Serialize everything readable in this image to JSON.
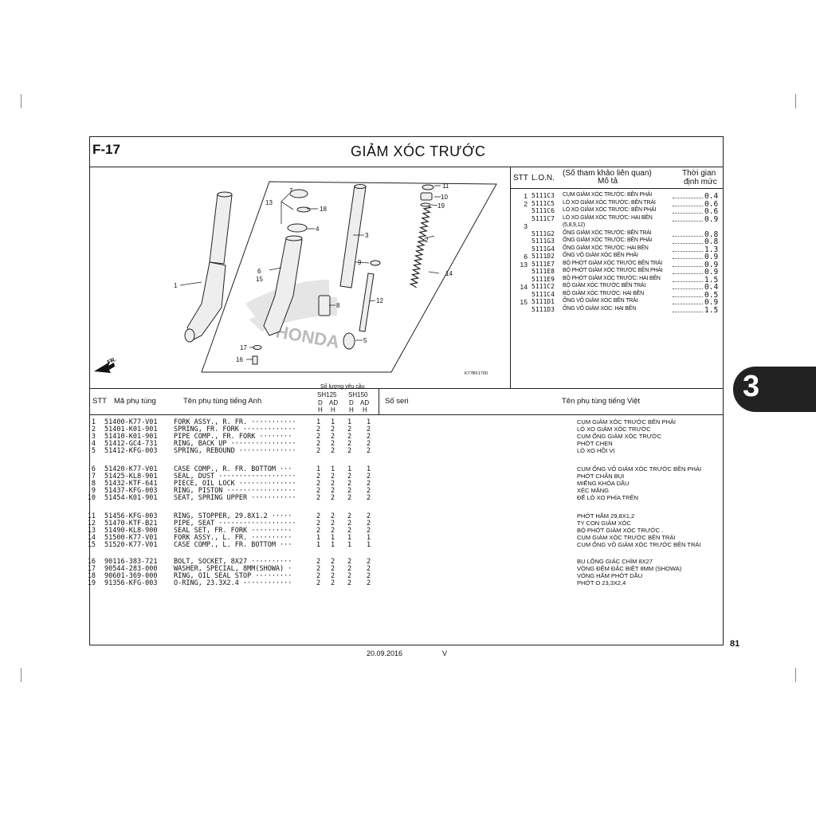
{
  "header": {
    "figure_code": "F-17",
    "title": "GIẢM XÓC TRƯỚC"
  },
  "diagram": {
    "code": "K77BF1700",
    "front_arrow": "FR.",
    "callouts": [
      "1",
      "2",
      "3",
      "4",
      "5",
      "6",
      "7",
      "8",
      "9",
      "10",
      "11",
      "12",
      "13",
      "14",
      "15",
      "16",
      "17",
      "18",
      "19"
    ],
    "watermark": "HONDA"
  },
  "ref_table": {
    "headers": {
      "stt": "STT",
      "lon": "L.O.N.",
      "ref": "(Số tham khảo liên quan)",
      "desc": "Mô tả",
      "time_1": "Thời gian",
      "time_2": "định mức"
    },
    "rows": [
      {
        "stt": "1",
        "lon": "5111C3",
        "desc": "CỤM GIẢM XÓC TRƯỚC: BÊN PHẢI",
        "time": "0.4"
      },
      {
        "stt": "2",
        "lon": "5111C5",
        "desc": "LÒ XO GIẢM XÓC TRƯỚC: BÊN TRÁI",
        "time": "0.6"
      },
      {
        "stt": "",
        "lon": "5111C6",
        "desc": "LÒ XO GIẢM XÓC TRƯỚC: BÊN PHẢI",
        "time": "0.6"
      },
      {
        "stt": "",
        "lon": "5111C7",
        "desc": "LÒ XO GIẢM XÓC TRƯỚC: HAI BÊN",
        "time": "0.9"
      },
      {
        "stt": "3",
        "lon": "",
        "desc": "(5,8,9,12)",
        "time": ""
      },
      {
        "stt": "",
        "lon": "5111G2",
        "desc": "ỐNG GIẢM XÓC TRƯỚC: BÊN TRÁI",
        "time": "0.8"
      },
      {
        "stt": "",
        "lon": "5111G3",
        "desc": "ỐNG GIẢM XÓC TRƯỚC: BÊN PHẢI",
        "time": "0.8"
      },
      {
        "stt": "",
        "lon": "5111G4",
        "desc": "ỐNG GIẢM XÓC TRƯỚC: HAI BÊN",
        "time": "1.3"
      },
      {
        "stt": "6",
        "lon": "5111D2",
        "desc": "ỐNG VỎ GIẢM XÓC BÊN PHẢI",
        "time": "0.9"
      },
      {
        "stt": "13",
        "lon": "5111E7",
        "desc": "BỘ PHỚT GIẢM XÓC TRƯỚC BÊN TRÁI",
        "time": "0.9"
      },
      {
        "stt": "",
        "lon": "5111E8",
        "desc": "BỘ PHỚT GIẢM XÓC TRƯỚC BÊN PHẢI",
        "time": "0.9"
      },
      {
        "stt": "",
        "lon": "5111E9",
        "desc": "BỘ PHỚT GIẢM XÓC TRƯỚC: HAI BÊN",
        "time": "1.5"
      },
      {
        "stt": "14",
        "lon": "5111C2",
        "desc": "BỘ GIẢM XÓC TRƯỚC BÊN TRÁI",
        "time": "0.4"
      },
      {
        "stt": "",
        "lon": "5111C4",
        "desc": "BỘ GIẢM XÓC TRƯỚC: HAI BÊN",
        "time": "0.5"
      },
      {
        "stt": "15",
        "lon": "5111D1",
        "desc": "ỐNG VỎ GIẢM XÓC BÊN TRÁI",
        "time": "0.9"
      },
      {
        "stt": "",
        "lon": "5111D3",
        "desc": "ỐNG VỎ GIẢM XÓC: HAI BÊN",
        "time": "1.5"
      }
    ]
  },
  "parts_table": {
    "headers": {
      "stt": "STT",
      "part_no": "Mã phụ tùng",
      "name_en": "Tên phụ tùng tiếng Anh",
      "qty_title": "Số lượng yêu cầu",
      "model_1": "SH125",
      "model_2": "SH150",
      "sub_d": "D",
      "sub_ad": "AD",
      "sub_h": "H",
      "serial": "Số seri",
      "name_vn": "Tên phụ tùng tiếng Việt"
    },
    "groups": [
      [
        {
          "stt": "1",
          "part": "51400-K77-V01",
          "en": "FORK ASSY., R. FR. ···········",
          "q": [
            "1",
            "1",
            "1",
            "1"
          ],
          "vn": "CỤM GIẢM XÓC TRƯỚC BÊN PHẢI"
        },
        {
          "stt": "2",
          "part": "51401-K01-901",
          "en": "SPRING, FR. FORK ·············",
          "q": [
            "2",
            "2",
            "2",
            "2"
          ],
          "vn": "LÒ XO GIẢM XÓC TRƯỚC"
        },
        {
          "stt": "3",
          "part": "51410-K01-901",
          "en": "PIPE COMP., FR. FORK ········",
          "q": [
            "2",
            "2",
            "2",
            "2"
          ],
          "vn": "CỤM ỐNG GIẢM XÓC TRƯỚC"
        },
        {
          "stt": "4",
          "part": "51412-GC4-731",
          "en": "RING, BACK UP ················",
          "q": [
            "2",
            "2",
            "2",
            "2"
          ],
          "vn": "PHỚT CHẸN"
        },
        {
          "stt": "5",
          "part": "51412-KFG-003",
          "en": "SPRING, REBOUND ··············",
          "q": [
            "2",
            "2",
            "2",
            "2"
          ],
          "vn": "LÒ XO HỒI VỊ"
        }
      ],
      [
        {
          "stt": "6",
          "part": "51420-K77-V01",
          "en": "CASE COMP., R. FR. BOTTOM ···",
          "q": [
            "1",
            "1",
            "1",
            "1"
          ],
          "vn": "CUM ỐNG VỎ GIẢM XÓC TRƯỚC BÊN PHẢI"
        },
        {
          "stt": "7",
          "part": "51425-KL8-901",
          "en": "SEAL, DUST ···················",
          "q": [
            "2",
            "2",
            "2",
            "2"
          ],
          "vn": "PHỚT CHẮN BỤI"
        },
        {
          "stt": "8",
          "part": "51432-KTF-641",
          "en": "PIECE, OIL LOCK ··············",
          "q": [
            "2",
            "2",
            "2",
            "2"
          ],
          "vn": "MIẾNG KHÓA DẦU"
        },
        {
          "stt": "9",
          "part": "51437-KFG-003",
          "en": "RING, PISTON ·················",
          "q": [
            "2",
            "2",
            "2",
            "2"
          ],
          "vn": "XÉC MĂNG"
        },
        {
          "stt": "10",
          "part": "51454-K01-901",
          "en": "SEAT, SPRING UPPER ···········",
          "q": [
            "2",
            "2",
            "2",
            "2"
          ],
          "vn": "ĐẾ LÒ XO PHÍA TRÊN"
        }
      ],
      [
        {
          "stt": "11",
          "part": "51456-KFG-003",
          "en": "RING, STOPPER, 29.8X1.2 ·····",
          "q": [
            "2",
            "2",
            "2",
            "2"
          ],
          "vn": "PHỚT HÃM 29,8X1,2"
        },
        {
          "stt": "12",
          "part": "51470-KTF-B21",
          "en": "PIPE, SEAT ···················",
          "q": [
            "2",
            "2",
            "2",
            "2"
          ],
          "vn": "TY CON GIẢM XÓC"
        },
        {
          "stt": "13",
          "part": "51490-KL8-900",
          "en": "SEAL SET, FR. FORK ··········",
          "q": [
            "2",
            "2",
            "2",
            "2"
          ],
          "vn": "BỘ PHỚT GIẢM XÓC TRƯỚC ."
        },
        {
          "stt": "14",
          "part": "51500-K77-V01",
          "en": "FORK ASSY., L. FR. ··········",
          "q": [
            "1",
            "1",
            "1",
            "1"
          ],
          "vn": "CỤM GIẢM XÓC TRƯỚC BÊN TRÁI"
        },
        {
          "stt": "15",
          "part": "51520-K77-V01",
          "en": "CASE COMP., L. FR. BOTTOM ···",
          "q": [
            "1",
            "1",
            "1",
            "1"
          ],
          "vn": "CỤM ỐNG VỎ GIẢM XÓC TRƯỚC BÊN TRÁI"
        }
      ],
      [
        {
          "stt": "16",
          "part": "90116-383-721",
          "en": "BOLT, SOCKET, 8X27 ··········",
          "q": [
            "2",
            "2",
            "2",
            "2"
          ],
          "vn": "BU LÔNG GIÁC CHÌM 8X27"
        },
        {
          "stt": "17",
          "part": "90544-283-000",
          "en": "WASHER, SPECIAL, 8MM(SHOWA) ·",
          "q": [
            "2",
            "2",
            "2",
            "2"
          ],
          "vn": "VÒNG ĐỆM ĐẶC BIỆT 8MM (SHOWA)"
        },
        {
          "stt": "18",
          "part": "90601-369-000",
          "en": "RING, OIL SEAL STOP ·········",
          "q": [
            "2",
            "2",
            "2",
            "2"
          ],
          "vn": "VÒNG HÃM PHỚT DẦU"
        },
        {
          "stt": "19",
          "part": "91356-KFG-003",
          "en": "O-RING, 23.3X2.4 ············",
          "q": [
            "2",
            "2",
            "2",
            "2"
          ],
          "vn": "PHỚT O 23,3X2,4"
        }
      ]
    ]
  },
  "side_tab": {
    "label": "3"
  },
  "footer": {
    "page_number": "81",
    "date": "20.09.2016",
    "version": "V"
  }
}
